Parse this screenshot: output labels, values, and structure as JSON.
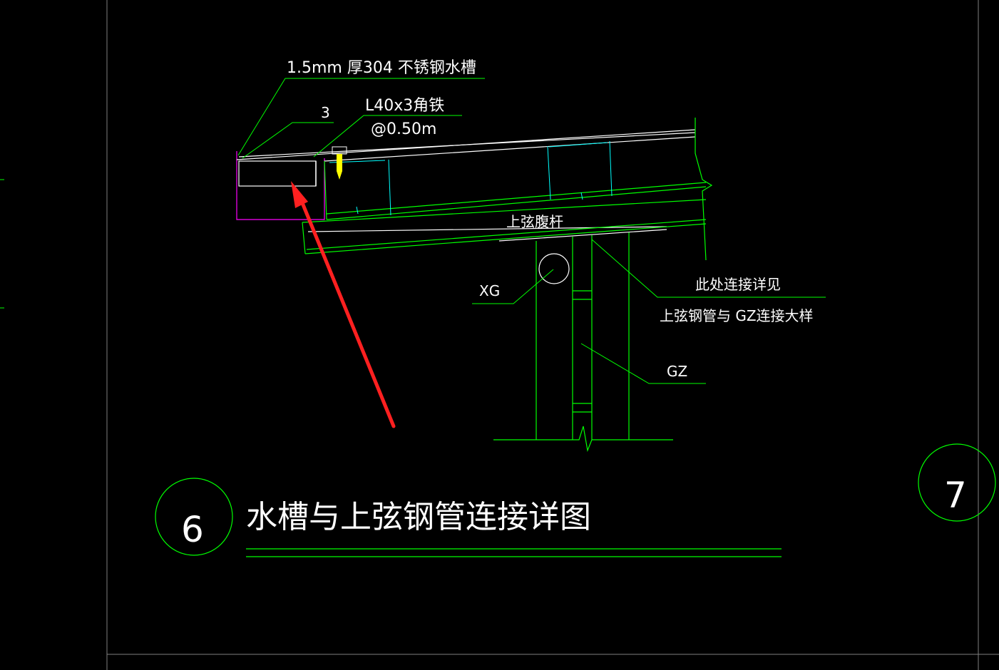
{
  "drawing": {
    "labels": {
      "gutter_material": "1.5mm  厚304 不锈钢水槽",
      "weld_size": "3",
      "angle_steel": "L40x3角铁",
      "angle_spacing": "@0.50m",
      "top_chord_web": "上弦腹杆",
      "xg": "XG",
      "connection_note_1": "此处连接详见",
      "connection_note_2": "上弦钢管与  GZ连接大样",
      "gz": "GZ"
    },
    "detail": {
      "number": "6",
      "title": "水槽与上弦钢管连接详图",
      "next_number": "7"
    }
  },
  "colors": {
    "background": "#000000",
    "line_green": "#00ff00",
    "line_white": "#ffffff",
    "line_cyan": "#00ffff",
    "line_magenta": "#ff00ff",
    "bolt_yellow": "#ffff00",
    "arrow_red": "#ff2020",
    "frame_gray": "#808080"
  }
}
